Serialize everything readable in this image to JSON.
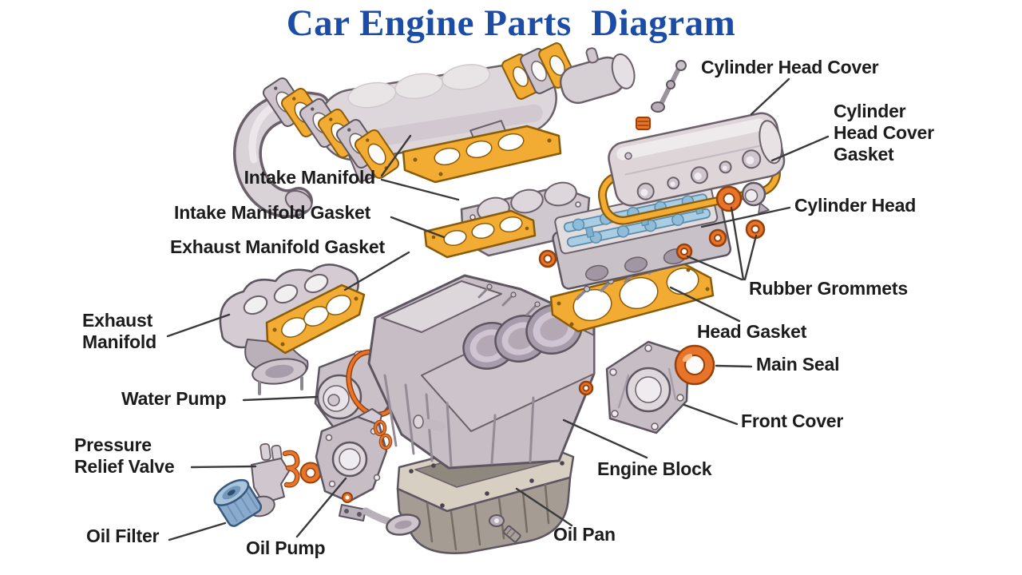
{
  "title": "Car Engine Parts  Diagram",
  "labels": {
    "intake_manifold": "Intake Manifold",
    "intake_manifold_gasket": "Intake Manifold Gasket",
    "exhaust_manifold_gasket": "Exhaust Manifold Gasket",
    "exhaust_manifold": "Exhaust\nManifold",
    "water_pump": "Water Pump",
    "pressure_relief_valve": "Pressure\nRelief Valve",
    "oil_filter": "Oil Filter",
    "oil_pump": "Oil Pump",
    "oil_pan": "Oil Pan",
    "engine_block": "Engine Block",
    "cylinder_head_cover": "Cylinder Head Cover",
    "cylinder_head_cover_gasket": "Cylinder\nHead Cover\nGasket",
    "cylinder_head": "Cylinder Head",
    "rubber_grommets": "Rubber Grommets",
    "head_gasket": "Head Gasket",
    "main_seal": "Main Seal",
    "front_cover": "Front Cover"
  },
  "colors": {
    "title_blue": "#1c4da6",
    "label_black": "#1c1c1c",
    "gasket_yellow": "#f2ac33",
    "gasket_outline": "#8a5c08",
    "seal_orange": "#e8742a",
    "seal_outline": "#96400c",
    "engine_metal": "#c6bdc5",
    "cover_beige": "#ddd5d8",
    "cam_blue": "#a9cde3",
    "oil_filter_blue": "#8aabcd",
    "oil_pan_taupe": "#a59d94",
    "leader_line": "#3a3a3a",
    "background": "#ffffff"
  }
}
